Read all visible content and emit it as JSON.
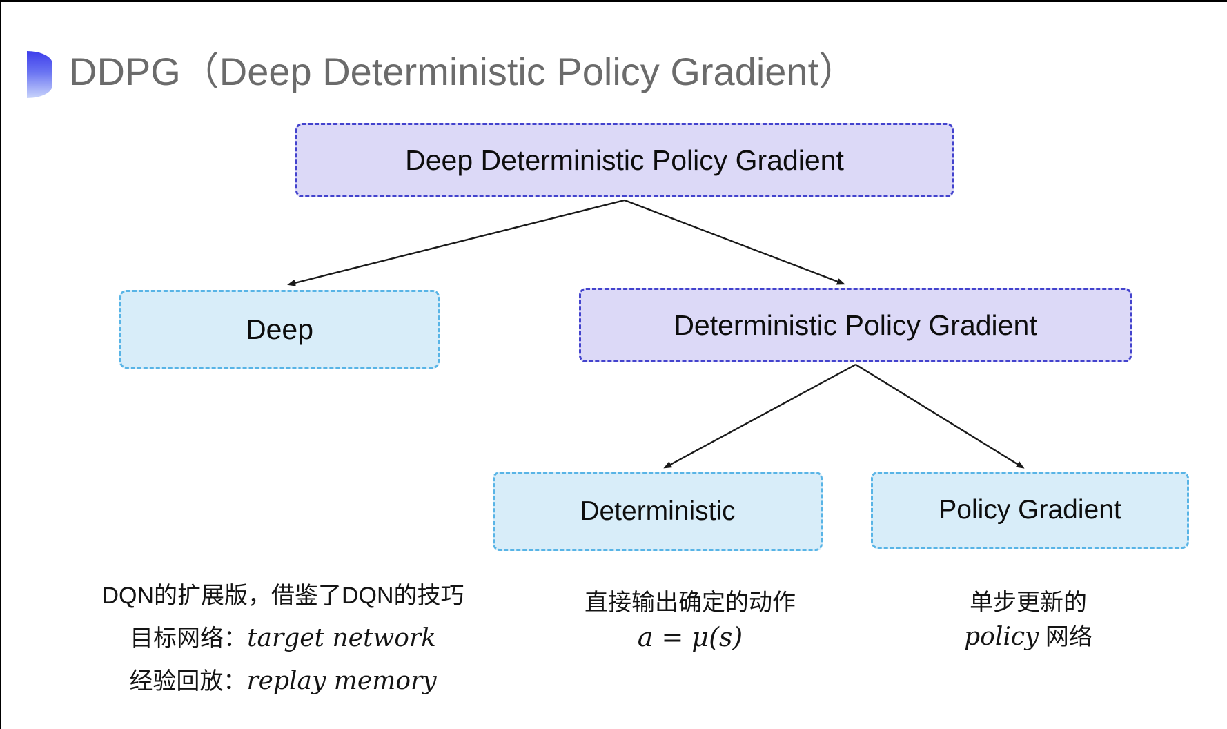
{
  "frame": {
    "border_color": "#000000"
  },
  "title": {
    "text": "DDPG（Deep Deterministic Policy Gradient）",
    "color": "#6b6b6b",
    "bullet_gradient_top": "#3d3deb",
    "bullet_gradient_bottom": "#c9d4fb"
  },
  "diagram": {
    "type": "tree",
    "colors": {
      "purple_fill": "#dcd9f7",
      "purple_border": "#4343cd",
      "cyan_fill": "#d8edf9",
      "cyan_border": "#58b4e6",
      "arrow": "#1a1a1a"
    },
    "nodes": [
      {
        "id": "ddpg",
        "label": "Deep Deterministic Policy Gradient",
        "variant": "purple"
      },
      {
        "id": "deep",
        "label": "Deep",
        "variant": "cyan"
      },
      {
        "id": "dpg",
        "label": "Deterministic Policy Gradient",
        "variant": "purple"
      },
      {
        "id": "deterministic",
        "label": "Deterministic",
        "variant": "cyan"
      },
      {
        "id": "policy_gradient",
        "label": "Policy Gradient",
        "variant": "cyan"
      }
    ],
    "edges": [
      {
        "from": "ddpg",
        "to": "deep"
      },
      {
        "from": "ddpg",
        "to": "dpg"
      },
      {
        "from": "dpg",
        "to": "deterministic"
      },
      {
        "from": "dpg",
        "to": "policy_gradient"
      }
    ]
  },
  "annotations": {
    "deep": {
      "line1": "DQN的扩展版，借鉴了DQN的技巧",
      "line2_label": "目标网络：",
      "line2_value": "target network",
      "line3_label": "经验回放：",
      "line3_value": "replay memory"
    },
    "deterministic": {
      "line1": "直接输出确定的动作",
      "line2": "a = μ(s)"
    },
    "policy_gradient": {
      "line1": "单步更新的",
      "line2_italic": "policy",
      "line2_rest": " 网络"
    }
  }
}
